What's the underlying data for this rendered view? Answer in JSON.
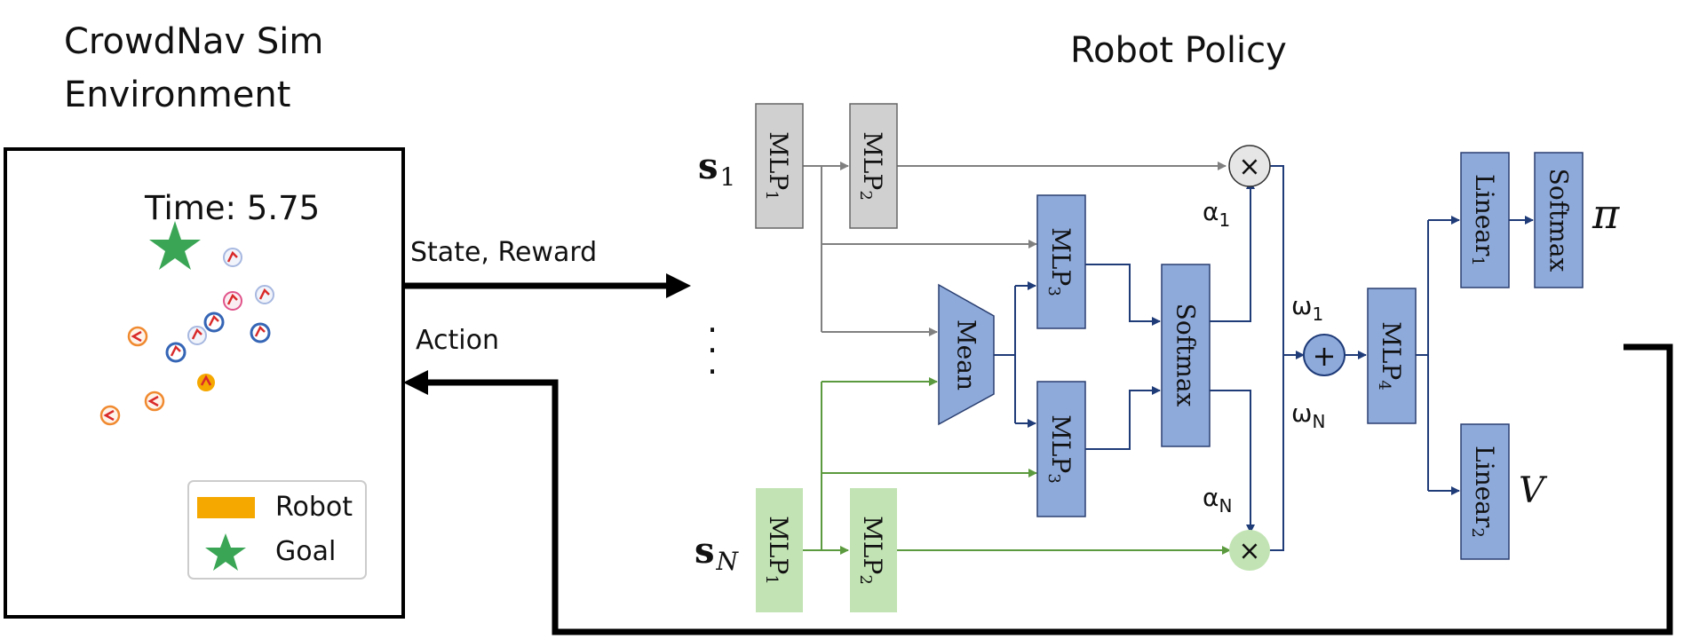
{
  "env": {
    "title_line1": "CrowdNav Sim",
    "title_line2": "Environment",
    "time_label": "Time: 5.75",
    "legend_robot": "Robot",
    "legend_goal": "Goal",
    "robot_color": "#f5a800",
    "goal_color": "#3aa655",
    "human_blue": "#3565b5",
    "human_orange": "#f08a30",
    "human_pink": "#e0548a",
    "human_red": "#d92a2a"
  },
  "arrows": {
    "state_reward": "State, Reward",
    "action": "Action"
  },
  "policy": {
    "title": "Robot Policy",
    "input_first": "s",
    "input_first_sub": "1",
    "input_last": "s",
    "input_last_sub": "N",
    "ellipsis_dots": [
      "·",
      "·",
      "·"
    ],
    "mlp": "MLP",
    "sub1": "1",
    "sub2": "2",
    "sub3": "3",
    "sub4": "4",
    "mean": "Mean",
    "softmax": "Softmax",
    "linear": "Linear",
    "times": "×",
    "plus": "+",
    "alpha": "α",
    "alpha1_sub": "1",
    "alphaN_sub": "N",
    "omega": "ω",
    "omega1_sub": "1",
    "omegaN_sub": "N",
    "pi": "π",
    "value": "V"
  },
  "colors": {
    "gray_box": "#d0d0d0",
    "green_box": "#c2e4b4",
    "blue_box": "#8eaadb",
    "gray_line": "#808080",
    "green_line": "#5b9a3e",
    "blue_line": "#1f3b78"
  }
}
